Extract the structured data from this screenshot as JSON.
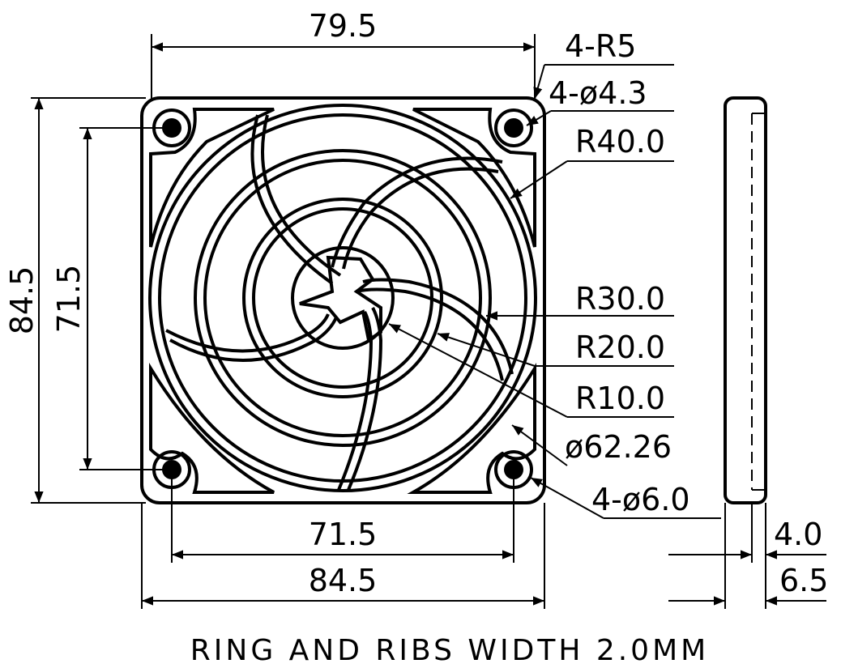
{
  "drawing": {
    "dimensions": {
      "top_width": "79.5",
      "radius_corner": "4-R5",
      "hole_small": "4-ø4.3",
      "r40": "R40.0",
      "r30": "R30.0",
      "r20": "R20.0",
      "r10": "R10.0",
      "dia_ring": "ø62.26",
      "hole_large": "4-ø6.0",
      "left_height_outer": "84.5",
      "left_height_inner": "71.5",
      "bottom_inner": "71.5",
      "bottom_outer": "84.5",
      "side_thickness_inner": "4.0",
      "side_thickness_outer": "6.5"
    },
    "note": "RING AND RIBS WIDTH 2.0MM"
  }
}
